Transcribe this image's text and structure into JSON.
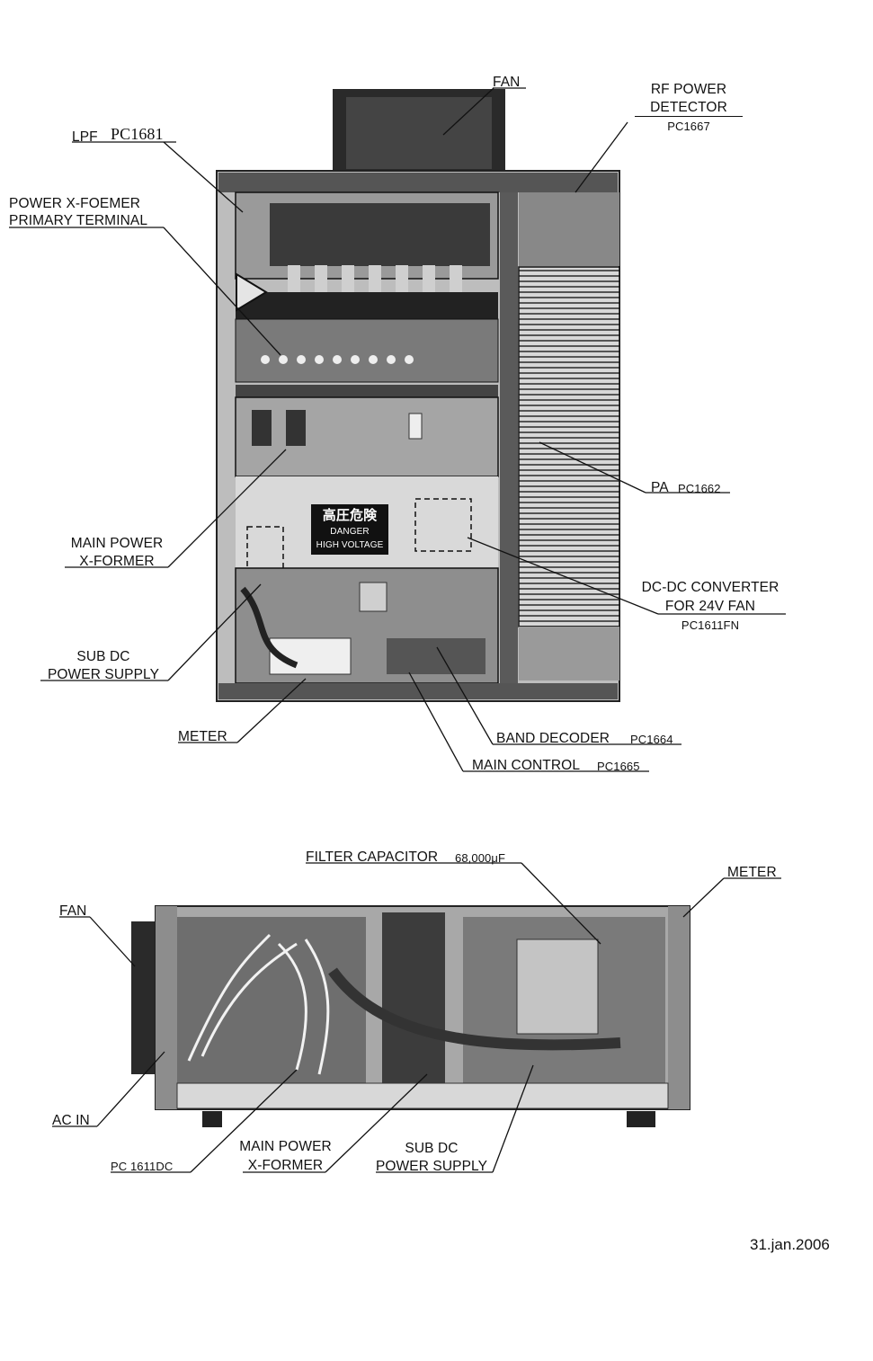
{
  "labels": {
    "fan_top": "FAN",
    "rf_power_1": "RF POWER",
    "rf_power_2": "DETECTOR",
    "rf_power_pc": "PC1667",
    "lpf": "LPF",
    "lpf_pc": "PC1681",
    "power_xfoemer_1": "POWER X-FOEMER",
    "power_xfoemer_2": "PRIMARY TERMINAL",
    "pa": "PA",
    "pa_pc": "PC1662",
    "main_power_top_1": "MAIN POWER",
    "main_power_top_2": "X-FORMER",
    "dcdc_1": "DC-DC CONVERTER",
    "dcdc_2": "FOR 24V FAN",
    "dcdc_pc": "PC1611FN",
    "sub_dc_top_1": "SUB DC",
    "sub_dc_top_2": "POWER SUPPLY",
    "meter_top": "METER",
    "band_decoder": "BAND DECODER",
    "band_decoder_pc": "PC1664",
    "main_control": "MAIN CONTROL",
    "main_control_pc": "PC1665",
    "filter_cap": "FILTER CAPACITOR",
    "filter_cap_val": "68,000μF",
    "meter_bottom": "METER",
    "fan_bottom": "FAN",
    "ac_in": "AC IN",
    "pc1611dc": "PC 1611DC",
    "main_power_bot_1": "MAIN POWER",
    "main_power_bot_2": "X-FORMER",
    "sub_dc_bot_1": "SUB DC",
    "sub_dc_bot_2": "POWER SUPPLY"
  },
  "warning_sign": {
    "kanji": "高圧危険",
    "danger": "DANGER",
    "high_voltage": "HIGH VOLTAGE"
  },
  "date": "31.jan.2006"
}
